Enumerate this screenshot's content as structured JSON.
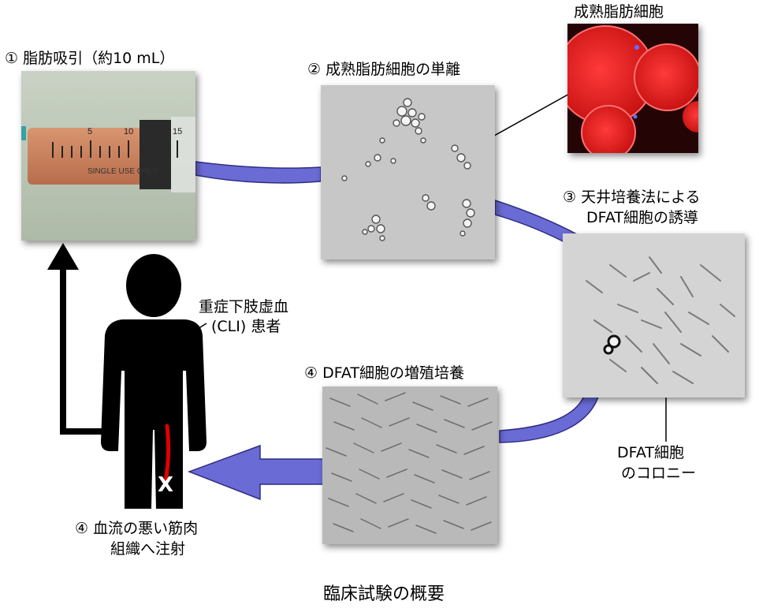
{
  "colors": {
    "connector": "#6b6bd6",
    "connector_edge": "#2e2e80",
    "silhouette": "#000000",
    "fluorescence": "#e41c1c",
    "injection_line": "#e00000"
  },
  "steps": {
    "step1": "① 脂肪吸引（約10 mL）",
    "step2": "② 成熟脂肪細胞の単離",
    "step3_line1": "③ 天井培養法による",
    "step3_line2": "DFAT細胞の誘導",
    "step4a": "④ DFAT細胞の増殖培養",
    "step4b_line1": "④ 血流の悪い筋肉",
    "step4b_line2": "組織へ注射"
  },
  "labels": {
    "mature_adipocyte": "成熟脂肪細胞",
    "patient_line1": "重症下肢虚血",
    "patient_line2": "(CLI) 患者",
    "colony_line1": "DFAT細胞",
    "colony_line2": "のコロニー",
    "injection_mark": "X"
  },
  "syringe": {
    "scale_5": "5",
    "scale_10": "10",
    "scale_15": "15",
    "print": "SINGLE USE ONLY"
  },
  "caption": "臨床試験の概要"
}
